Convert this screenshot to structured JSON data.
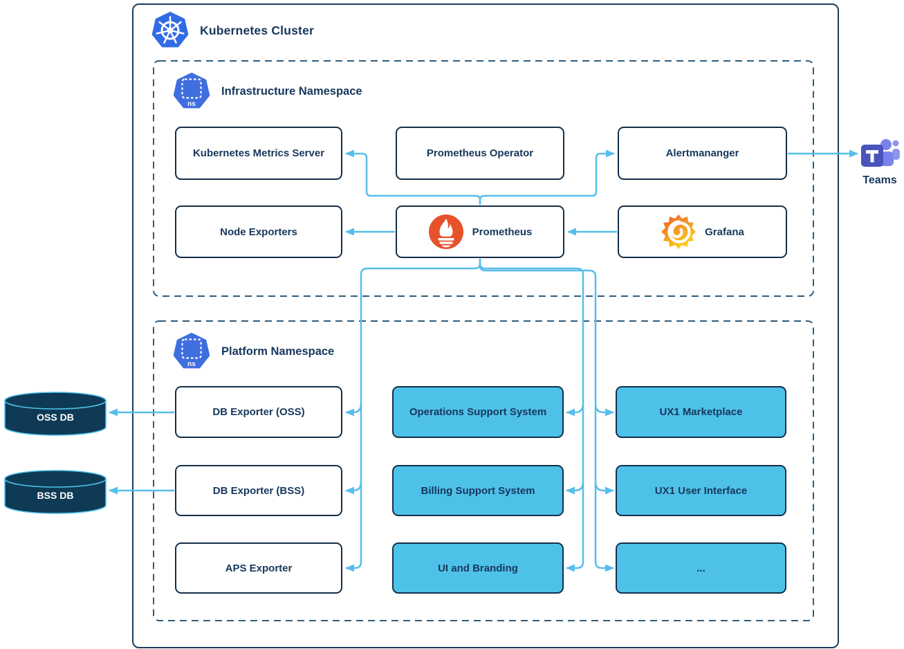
{
  "cluster": {
    "title": "Kubernetes Cluster",
    "icon": "kubernetes-logo"
  },
  "infra": {
    "title": "Infrastructure Namespace",
    "badge": "ns",
    "icon": "namespace-icon",
    "nodes": {
      "metrics_server": "Kubernetes Metrics Server",
      "prometheus_operator": "Prometheus Operator",
      "alertmanager": "Alertmananger",
      "node_exporters": "Node Exporters",
      "prometheus": "Prometheus",
      "grafana": "Grafana"
    }
  },
  "platform": {
    "title": "Platform Namespace",
    "badge": "ns",
    "icon": "namespace-icon",
    "nodes": {
      "db_exporter_oss": "DB Exporter (OSS)",
      "oss": "Operations Support System",
      "ux1_marketplace": "UX1 Marketplace",
      "db_exporter_bss": "DB Exporter (BSS)",
      "bss": "Billing Support System",
      "ux1_ui": "UX1 User Interface",
      "aps_exporter": "APS Exporter",
      "ui_branding": "UI and Branding",
      "more": "..."
    }
  },
  "external": {
    "teams": "Teams",
    "oss_db": "OSS DB",
    "bss_db": "BSS DB"
  },
  "colors": {
    "arrow": "#56beeb",
    "node_border": "#132f49",
    "node_text": "#17375c",
    "node_fill_blue": "#4ec1e9",
    "namespace_dash": "#2f5c7c",
    "kubernetes_blue": "#326ce5",
    "namespace_icon_blue": "#3f6ee0",
    "prometheus_orange": "#e6522c",
    "teams_purple": "#4b53bc",
    "cylinder_fill": "#0e3a55"
  }
}
